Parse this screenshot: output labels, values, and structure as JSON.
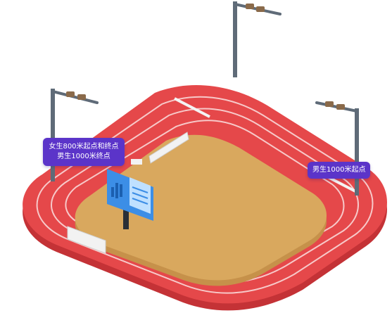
{
  "labels": {
    "left_line1": "女生800米起点和终点",
    "left_line2": "男生1000米终点",
    "right_line1": "男生1000米起点"
  },
  "colors": {
    "track": "#e5484a",
    "track_side": "#c43236",
    "field": "#d9a85e",
    "field_side": "#c6914a",
    "lane_line": "#f7c9c9",
    "pole": "#5f6b78",
    "label_bg": "#5b34c9",
    "board": "#3c8ee6",
    "board_light": "#bfe0ff"
  },
  "icons": {
    "lights": "floodlight-icon",
    "board": "bar-chart-icon"
  }
}
